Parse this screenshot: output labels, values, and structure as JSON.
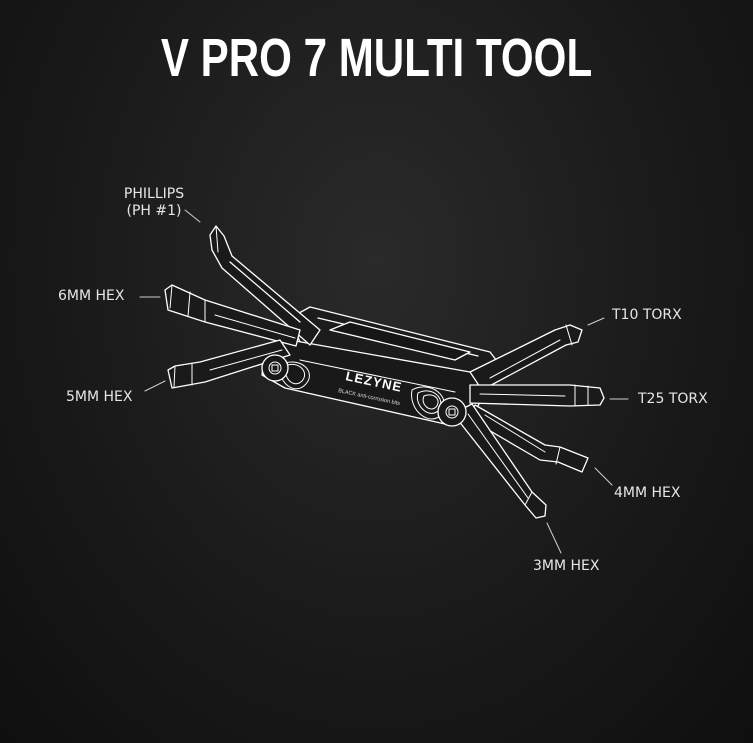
{
  "title": "V PRO 7 MULTI TOOL",
  "brand_mark": "LEZYNE",
  "brand_tagline": "BLACK anti-corrosion bits",
  "labels": {
    "phillips_line1": "PHILLIPS",
    "phillips_line2": "(PH #1)",
    "hex6": "6MM HEX",
    "hex5": "5MM HEX",
    "t10": "T10 TORX",
    "t25": "T25 TORX",
    "hex4": "4MM HEX",
    "hex3": "3MM HEX"
  },
  "colors": {
    "background": "#1a1a1a",
    "line": "#ffffff",
    "text": "#e6e6e6"
  }
}
